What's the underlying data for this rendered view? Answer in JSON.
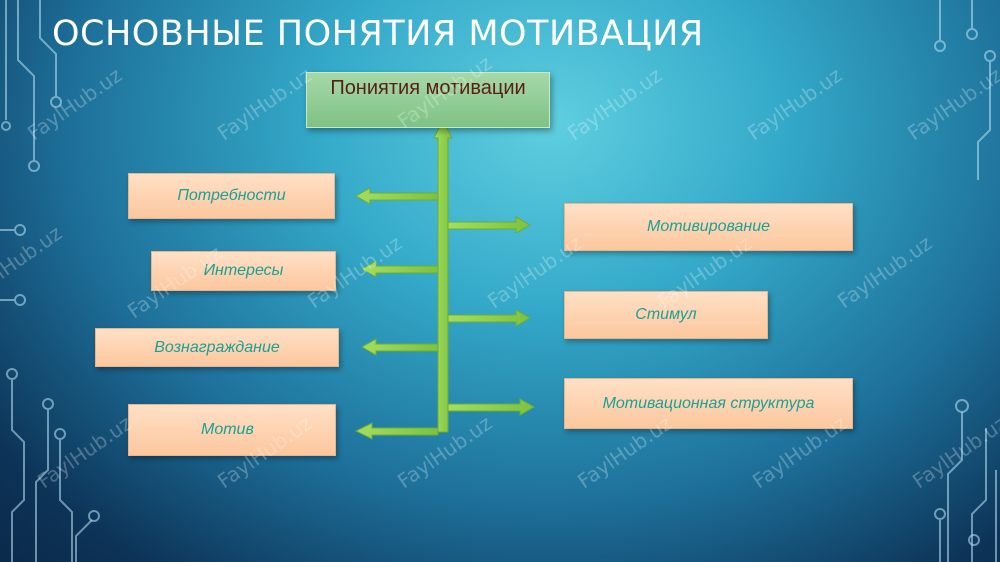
{
  "slide": {
    "title": "ОСНОВНЫЕ ПОНЯТИЯ МОТИВАЦИЯ",
    "head_box": "Пониятия мотивации",
    "left_boxes": [
      "Потребности",
      "Интересы",
      "Вознаграждание",
      "Мотив"
    ],
    "right_boxes": [
      "Мотивирование",
      "Стимул",
      "Мотивационная структура"
    ]
  },
  "watermark": "FaylHub.uz",
  "colors": {
    "box_text": "#1aa196",
    "box_fill": "#fdd3b2",
    "head_fill": "#92cd98",
    "head_text": "#5a1f12",
    "arrow": "#8ed048"
  }
}
